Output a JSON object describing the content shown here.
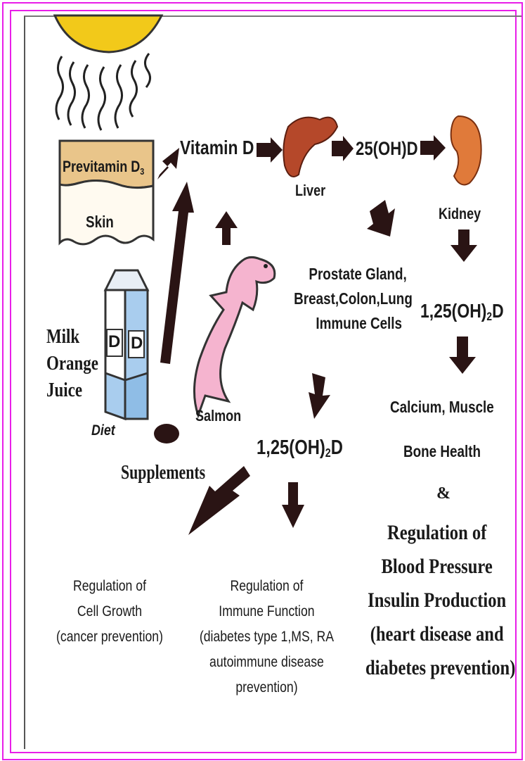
{
  "diagram": {
    "skin_top_label": "Previtamin D",
    "skin_top_subscript": "3",
    "skin_label": "Skin",
    "vitamin_d": "Vitamin D",
    "liver": "Liver",
    "calcidiol": "25(OH)D",
    "kidney": "Kidney",
    "targets": [
      "Prostate Gland,",
      "Breast,Colon,Lung",
      "Immune Cells"
    ],
    "calcitriol_kidney_pre": "1,25(OH)",
    "calcitriol_kidney_sub": "2",
    "calcitriol_kidney_post": "D",
    "calcitriol_local_pre": "1,25(OH)",
    "calcitriol_local_sub": "2",
    "calcitriol_local_post": "D",
    "diet_foods": [
      "Milk",
      "Orange",
      "Juice"
    ],
    "carton_letter_1": "D",
    "carton_letter_2": "D",
    "diet": "Diet",
    "salmon": "Salmon",
    "supplements": "Supplements",
    "outcome_kidney_1": "Calcium, Muscle",
    "outcome_kidney_2": "Bone Health",
    "ampersand": "&",
    "outcome_kidney_3": [
      "Regulation of",
      "Blood Pressure",
      "Insulin Production",
      "(heart disease and",
      "diabetes prevention)"
    ],
    "outcome_cell_growth": [
      "Regulation of",
      "Cell Growth",
      "(cancer prevention)"
    ],
    "outcome_immune": [
      "Regulation of",
      "Immune Function",
      "(diabetes type 1,MS, RA",
      "autoimmune disease",
      "prevention)"
    ]
  },
  "colors": {
    "frame": "#e81ee8",
    "sun": "#f2c91a",
    "arrow": "#2a1414",
    "liver": "#b5482a",
    "kidney": "#e07a3a",
    "salmon": "#f5b4cf",
    "carton": "#a9cdee",
    "skin_band": "#e9c58a"
  }
}
